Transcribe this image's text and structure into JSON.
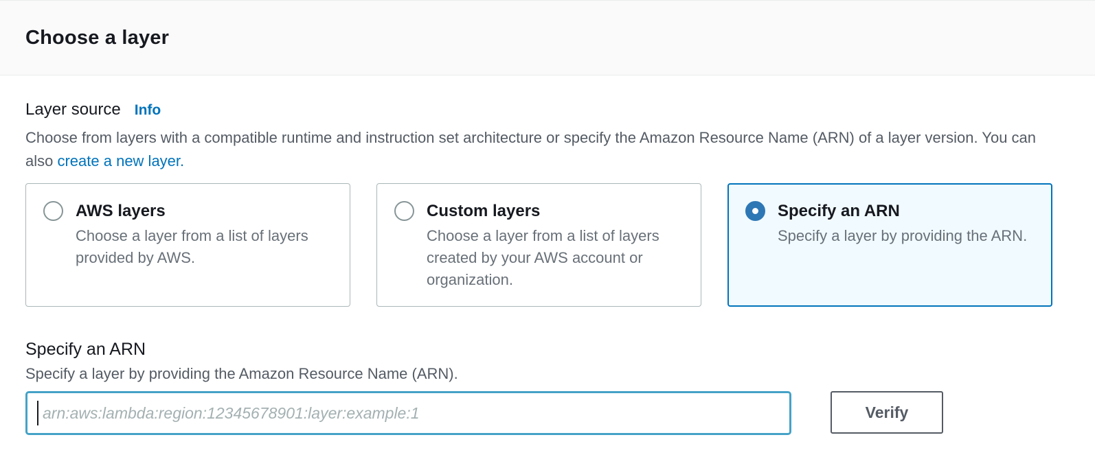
{
  "header": {
    "title": "Choose a layer"
  },
  "layer_source": {
    "label": "Layer source",
    "info_link": "Info",
    "description_before": "Choose from layers with a compatible runtime and instruction set architecture or specify the Amazon Resource Name (ARN) of a layer version. You can also ",
    "create_layer_link": "create a new layer.",
    "options": [
      {
        "title": "AWS layers",
        "description": "Choose a layer from a list of layers provided by AWS.",
        "selected": false
      },
      {
        "title": "Custom layers",
        "description": "Choose a layer from a list of layers created by your AWS account or organization.",
        "selected": false
      },
      {
        "title": "Specify an ARN",
        "description": "Specify a layer by providing the ARN.",
        "selected": true
      }
    ]
  },
  "arn_section": {
    "label": "Specify an ARN",
    "description": "Specify a layer by providing the Amazon Resource Name (ARN).",
    "input_value": "",
    "input_placeholder": "arn:aws:lambda:region:12345678901:layer:example:1",
    "verify_button": "Verify"
  },
  "colors": {
    "link_blue": "#0073bb",
    "selected_card_border": "#0073bb",
    "selected_card_bg": "#f1faff",
    "radio_selected": "#2e77b5",
    "input_focus_border": "#44a2c6",
    "text_dark": "#16191f",
    "text_secondary": "#545b64",
    "card_border_gray": "#aab7b8"
  }
}
